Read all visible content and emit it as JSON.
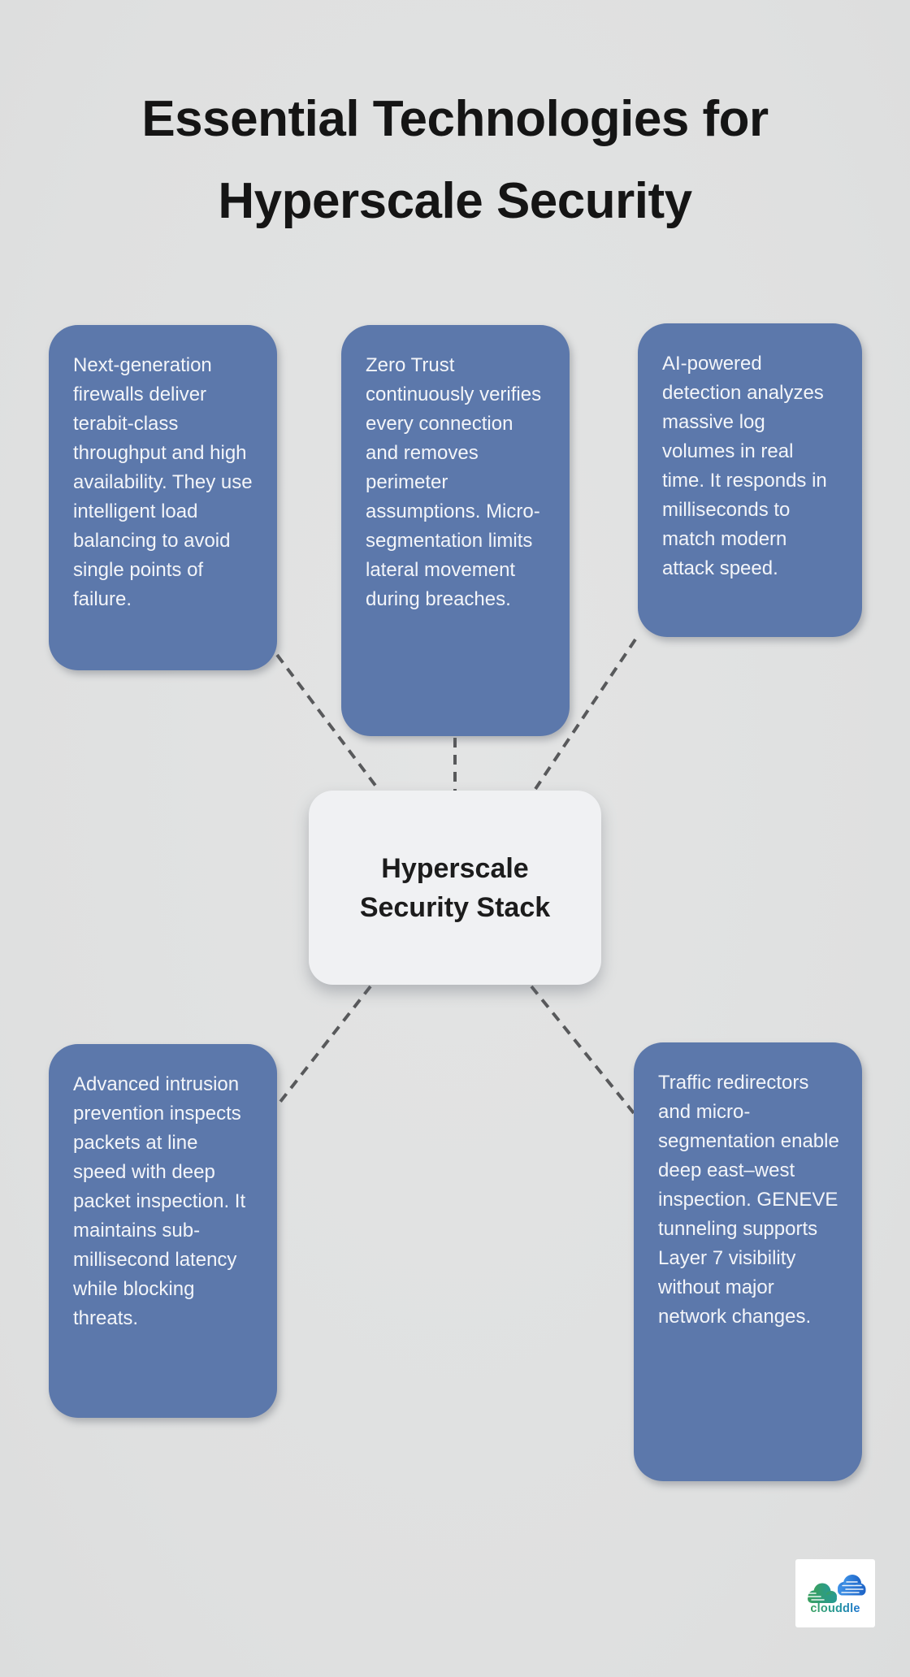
{
  "title": "Essential Technologies for Hyperscale Security",
  "center_node": {
    "label": "Hyperscale Security Stack"
  },
  "nodes": [
    {
      "id": "next-gen-firewalls",
      "position": "top-left",
      "text": "Next-generation firewalls deliver terabit-class throughput and high availability. They use intelligent load balancing to avoid single points of failure."
    },
    {
      "id": "zero-trust",
      "position": "top-center",
      "text": "Zero Trust continuously verifies every connection and removes perimeter assumptions. Micro-segmentation limits lateral movement during breaches."
    },
    {
      "id": "ai-powered-detection",
      "position": "top-right",
      "text": "AI-powered detection analyzes massive log volumes in real time. It responds in milliseconds to match modern attack speed."
    },
    {
      "id": "intrusion-prevention",
      "position": "bottom-left",
      "text": "Advanced intrusion prevention inspects packets at line speed with deep packet inspection. It maintains sub-millisecond latency while blocking threats."
    },
    {
      "id": "traffic-redirectors",
      "position": "bottom-right",
      "text": "Traffic redirectors and micro-segmentation enable deep east–west inspection. GENEVE tunneling supports Layer 7 visibility without major network changes."
    }
  ],
  "logo": {
    "text": "clouddle",
    "icon": "clouddle-clouds-icon"
  },
  "colors": {
    "background": "#e0e1e1",
    "node_fill": "#5c78ab",
    "node_text": "#f3f5f9",
    "center_fill": "#f0f1f3",
    "center_text": "#1c1c1c",
    "connector": "#58595b",
    "title_text": "#151515",
    "logo_green": "#3aa05f",
    "logo_teal": "#279a93",
    "logo_blue": "#2278d0"
  }
}
